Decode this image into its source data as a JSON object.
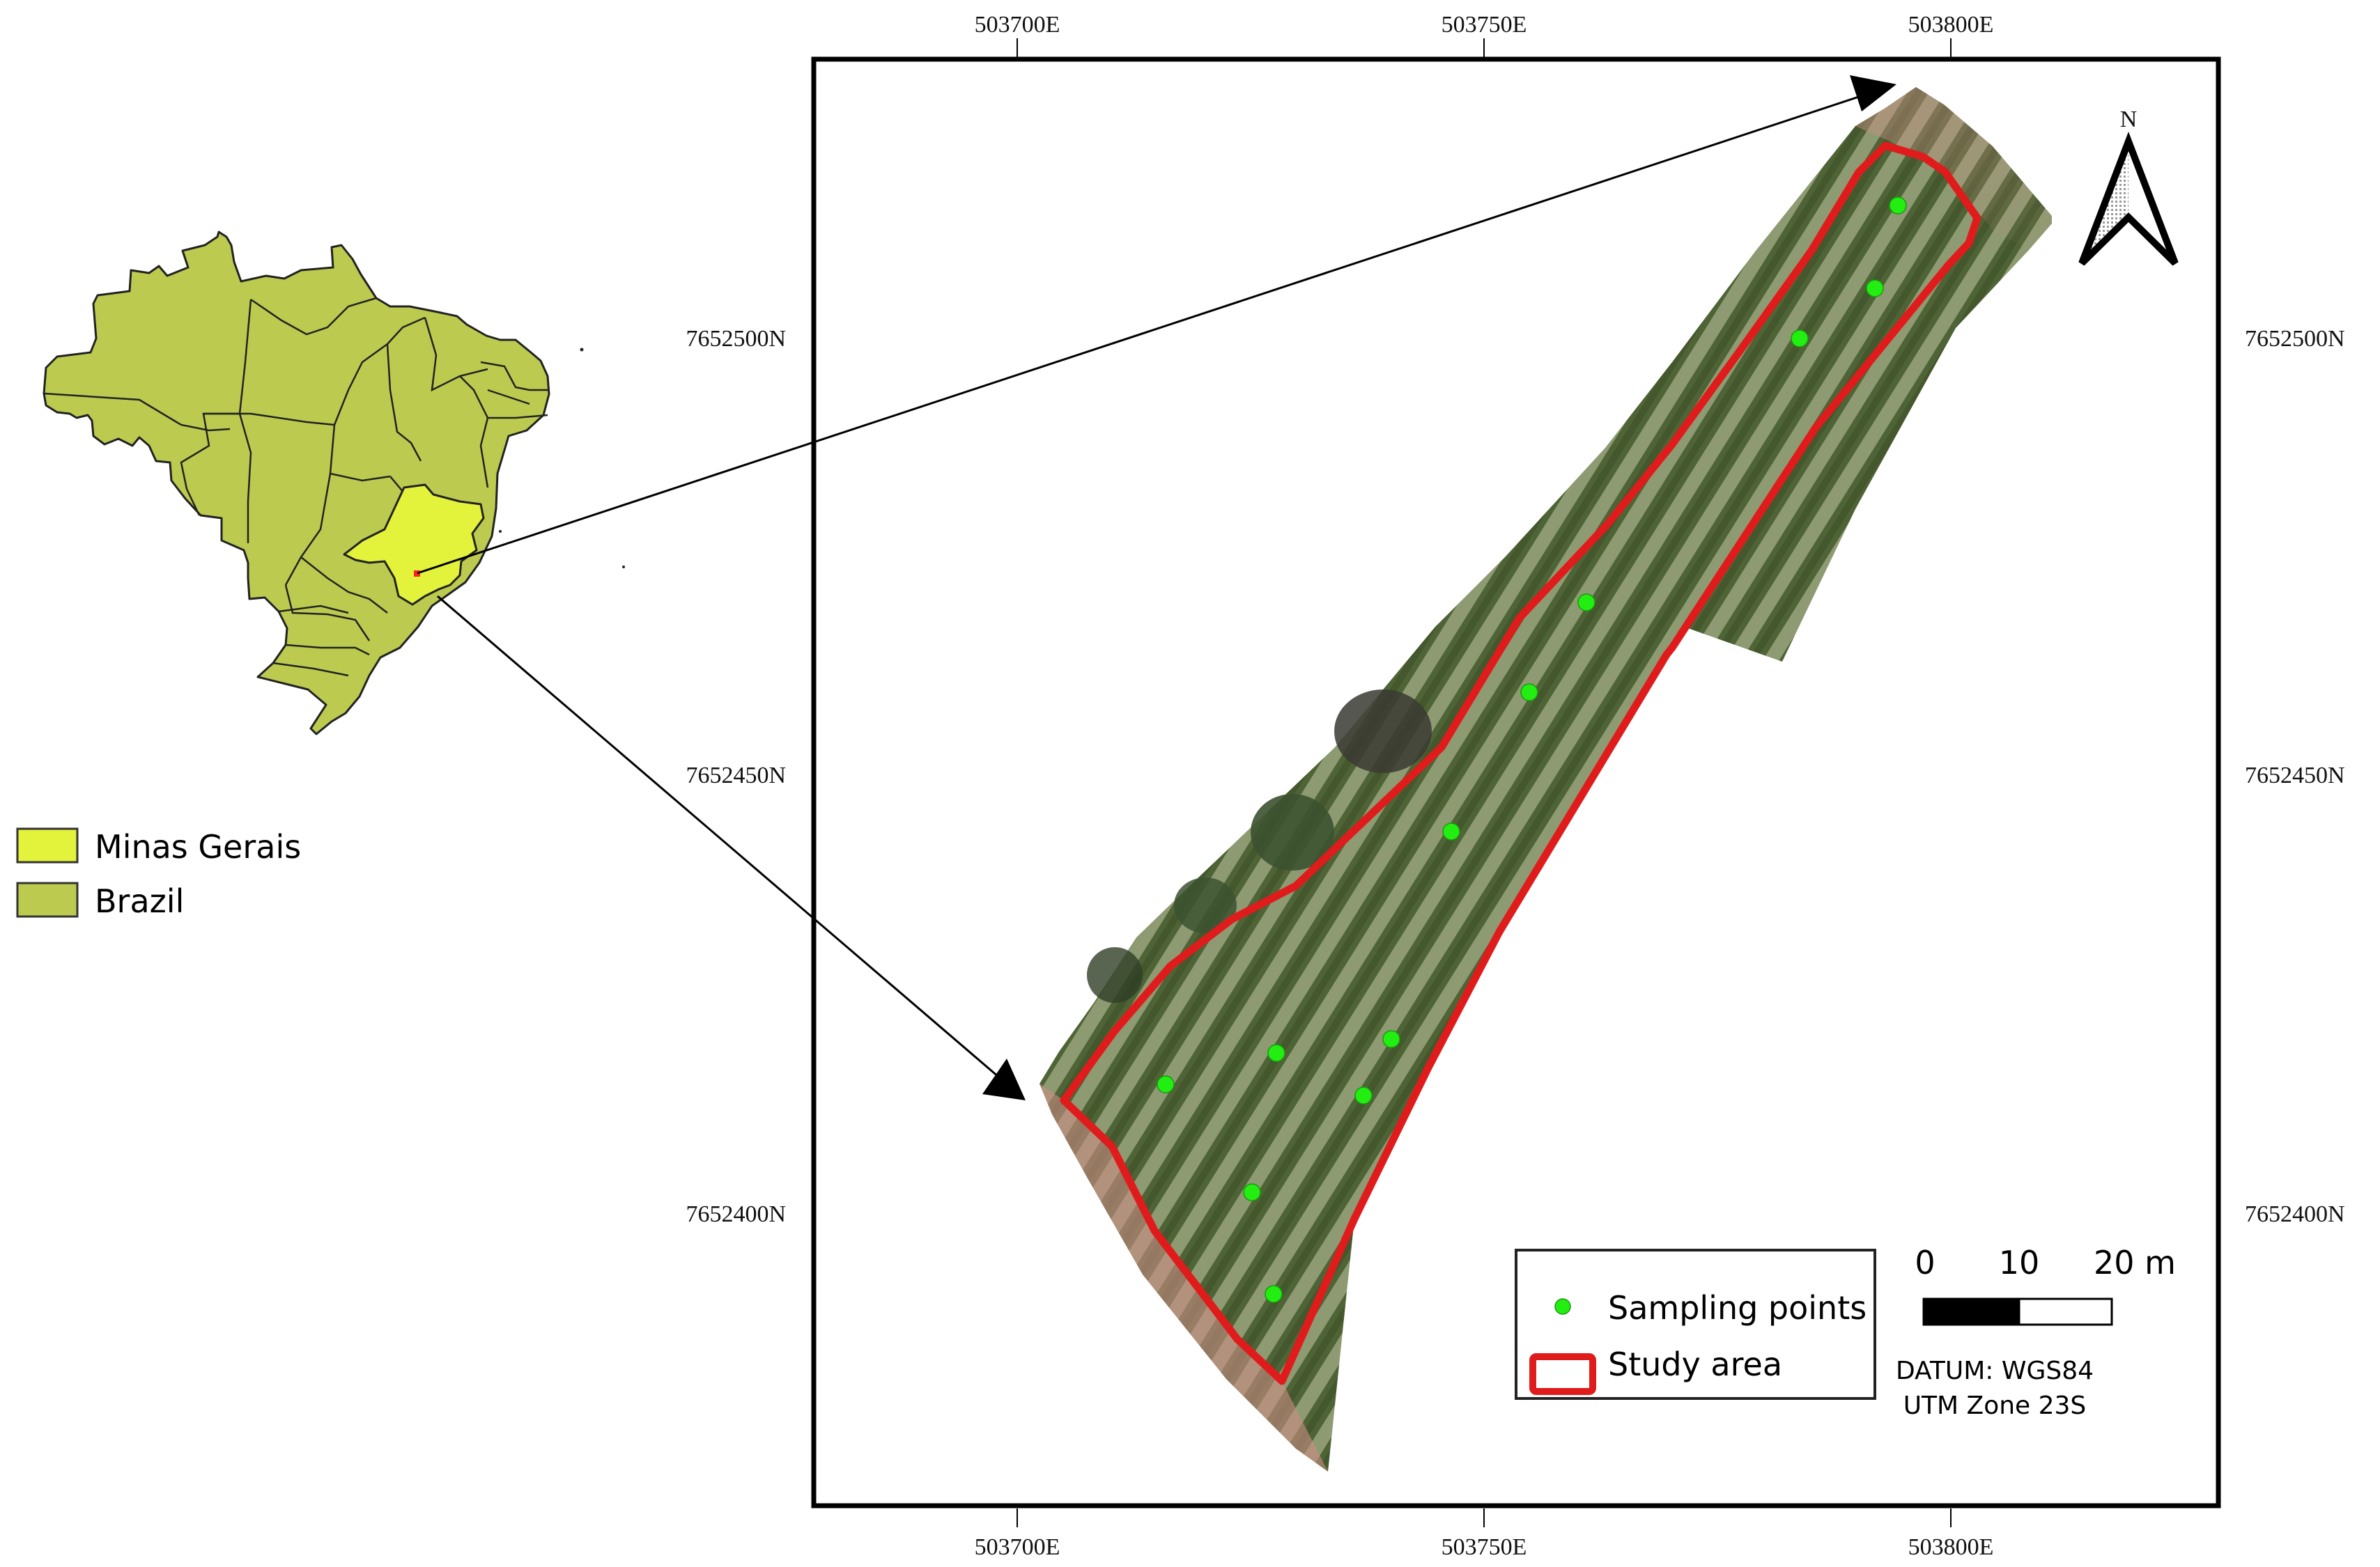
{
  "figure": {
    "type": "study-area location map",
    "colors": {
      "brazil_fill": "#bccb4f",
      "minas_gerais_fill": "#e3f23a",
      "study_area_outline": "#e01b1b",
      "sampling_point": "#22ee11",
      "site_marker": "#ff2020",
      "frame": "#000000"
    }
  },
  "inset": {
    "legend": [
      {
        "label": "Minas Gerais",
        "color": "#e3f23a"
      },
      {
        "label": "Brazil",
        "color": "#bccb4f"
      }
    ]
  },
  "main_map": {
    "x_ticks_top": [
      "503700E",
      "503750E",
      "503800E"
    ],
    "x_ticks_bottom": [
      "503700E",
      "503750E",
      "503800E"
    ],
    "y_ticks_left": [
      "7652500N",
      "7652450N",
      "7652400N"
    ],
    "y_ticks_right": [
      "7652500N",
      "7652450N",
      "7652400N"
    ],
    "north_label": "N",
    "legend": {
      "sampling_points": "Sampling points",
      "study_area": "Study area"
    },
    "scale_bar": {
      "labels": [
        "0",
        "10",
        "20 m"
      ],
      "unit": "m"
    },
    "datum_line1": "DATUM: WGS84",
    "datum_line2": "UTM Zone 23S",
    "sampling_points_count": 12
  }
}
